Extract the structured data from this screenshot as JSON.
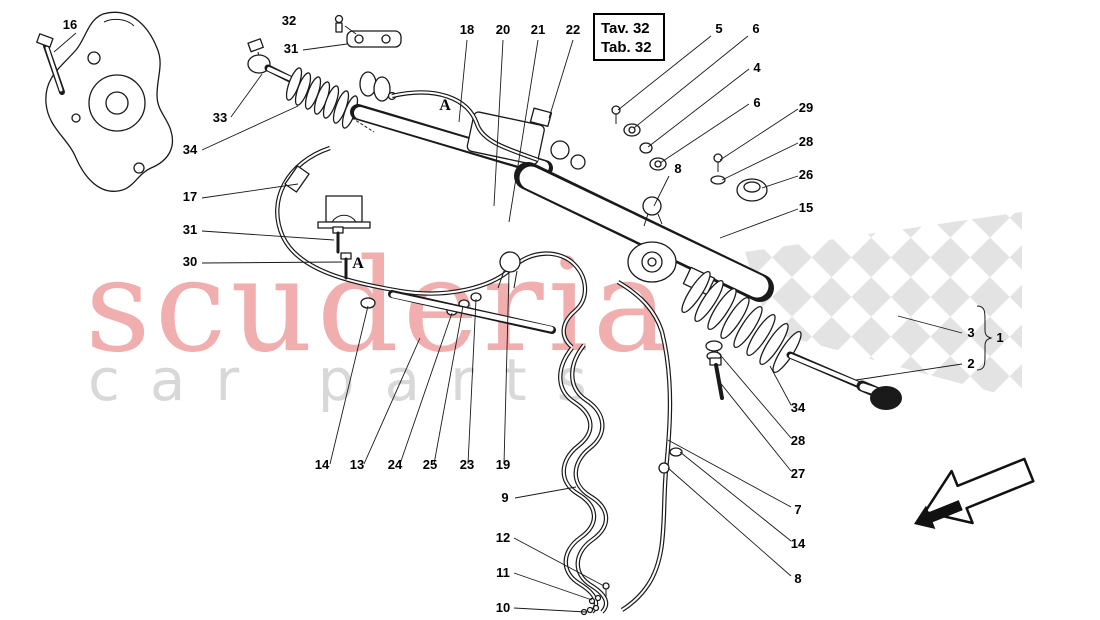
{
  "plate": {
    "line1": "Tav. 32",
    "line2": "Tab. 32"
  },
  "watermark": {
    "title": "scuderia",
    "subtitle": "car parts"
  },
  "section_markers": [
    {
      "label": "A"
    },
    {
      "label": "A"
    }
  ],
  "colors": {
    "ink": "#1a1a1a",
    "watermark_red": "#e55f5f",
    "watermark_gray": "#d6d6d6",
    "checker_gray": "#d9d9d9",
    "background": "#ffffff"
  },
  "callouts": [
    {
      "label": "16"
    },
    {
      "label": "32"
    },
    {
      "label": "31"
    },
    {
      "label": "33"
    },
    {
      "label": "34"
    },
    {
      "label": "17"
    },
    {
      "label": "31"
    },
    {
      "label": "30"
    },
    {
      "label": "18"
    },
    {
      "label": "20"
    },
    {
      "label": "21"
    },
    {
      "label": "22"
    },
    {
      "label": "5"
    },
    {
      "label": "6"
    },
    {
      "label": "4"
    },
    {
      "label": "6"
    },
    {
      "label": "29"
    },
    {
      "label": "28"
    },
    {
      "label": "26"
    },
    {
      "label": "8"
    },
    {
      "label": "15"
    },
    {
      "label": "3"
    },
    {
      "label": "1"
    },
    {
      "label": "2"
    },
    {
      "label": "34"
    },
    {
      "label": "28"
    },
    {
      "label": "27"
    },
    {
      "label": "7"
    },
    {
      "label": "14"
    },
    {
      "label": "8"
    },
    {
      "label": "14"
    },
    {
      "label": "13"
    },
    {
      "label": "24"
    },
    {
      "label": "25"
    },
    {
      "label": "23"
    },
    {
      "label": "19"
    },
    {
      "label": "9"
    },
    {
      "label": "12"
    },
    {
      "label": "11"
    },
    {
      "label": "10"
    }
  ]
}
